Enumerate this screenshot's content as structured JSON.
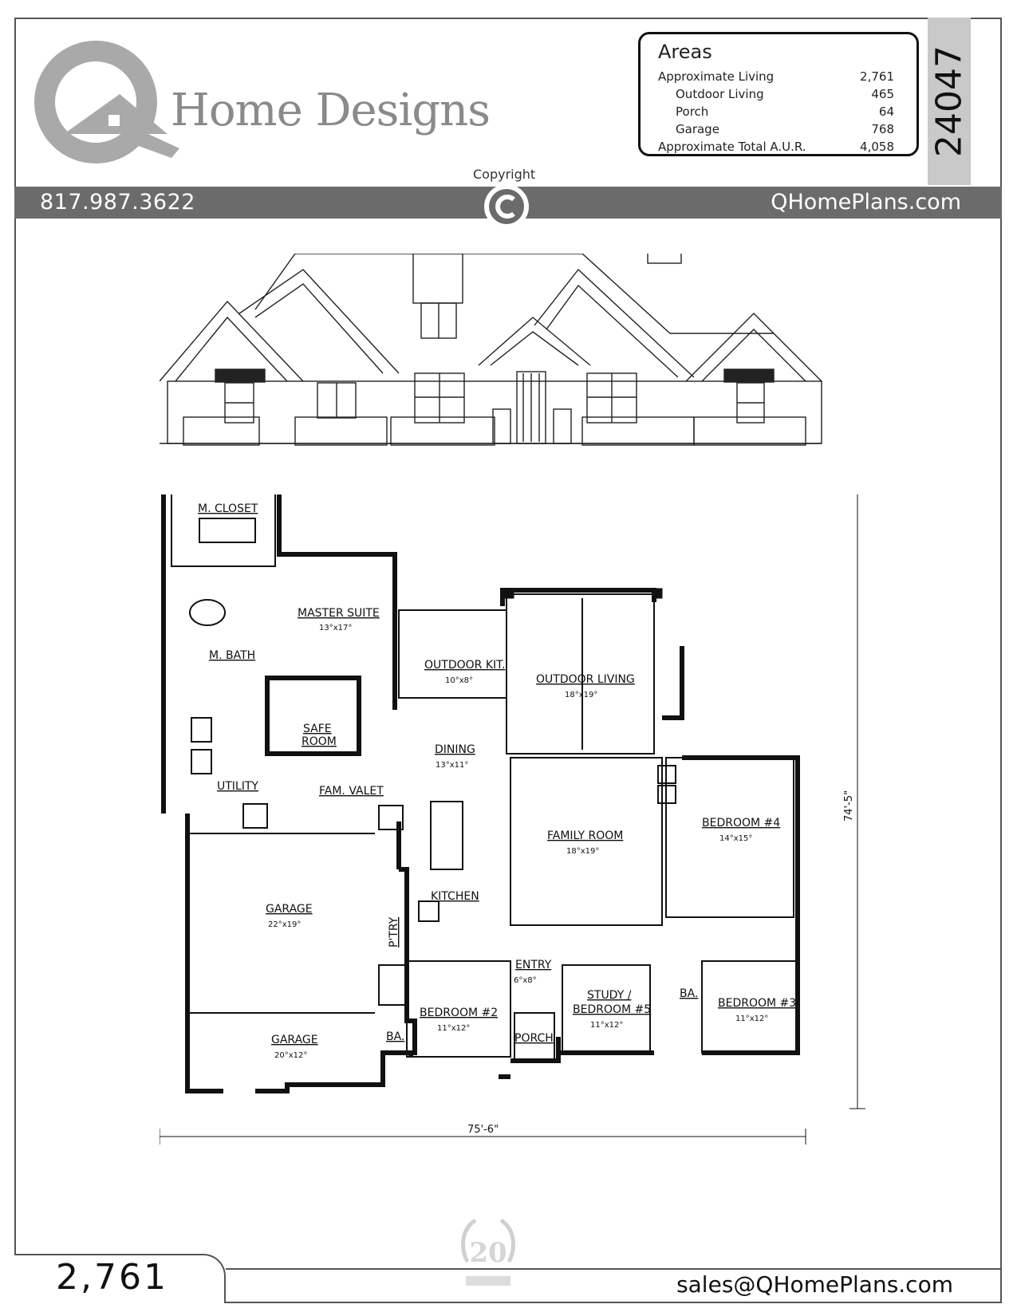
{
  "header": {
    "brand_name": "Home Designs",
    "phone": "817.987.3622",
    "website": "QHomePlans.com",
    "copyright_label": "Copyright",
    "plan_number": "24047"
  },
  "areas": {
    "title": "Areas",
    "rows": [
      {
        "label": "Approximate Living",
        "value": "2,761"
      },
      {
        "label": "Outdoor Living",
        "value": "465"
      },
      {
        "label": "Porch",
        "value": "64"
      },
      {
        "label": "Garage",
        "value": "768"
      },
      {
        "label": "Approximate Total A.U.R.",
        "value": "4,058"
      }
    ]
  },
  "rooms": {
    "m_closet": "M. CLOSET",
    "master_suite": "MASTER SUITE",
    "master_suite_dim": "13°x17°",
    "m_bath": "M. BATH",
    "safe_room": "SAFE",
    "safe_room2": "ROOM",
    "utility": "UTILITY",
    "fam_valet": "FAM. VALET",
    "outdoor_kit": "OUTDOOR KIT.",
    "outdoor_kit_dim": "10°x8°",
    "outdoor_living": "OUTDOOR LIVING",
    "outdoor_living_dim": "18°x19°",
    "dining": "DINING",
    "dining_dim": "13°x11°",
    "family_room": "FAMILY ROOM",
    "family_room_dim": "18°x19°",
    "bedroom4": "BEDROOM #4",
    "bedroom4_dim": "14°x15°",
    "kitchen": "KITCHEN",
    "garage1": "GARAGE",
    "garage1_dim": "22°x19°",
    "garage2": "GARAGE",
    "garage2_dim": "20°x12°",
    "ptry": "P'TRY",
    "entry": "ENTRY",
    "entry_dim": "6°x8°",
    "bedroom2": "BEDROOM #2",
    "bedroom2_dim": "11°x12°",
    "ba1": "BA.",
    "porch": "PORCH",
    "study1": "STUDY /",
    "study2": "BEDROOM #5",
    "study_dim": "11°x12°",
    "ba2": "BA.",
    "bedroom3": "BEDROOM #3",
    "bedroom3_dim": "11°x12°",
    "dim_width": "75'-6\"",
    "dim_depth": "74'-5\""
  },
  "footer": {
    "living_sqft": "2,761",
    "email": "sales@QHomePlans.com"
  }
}
